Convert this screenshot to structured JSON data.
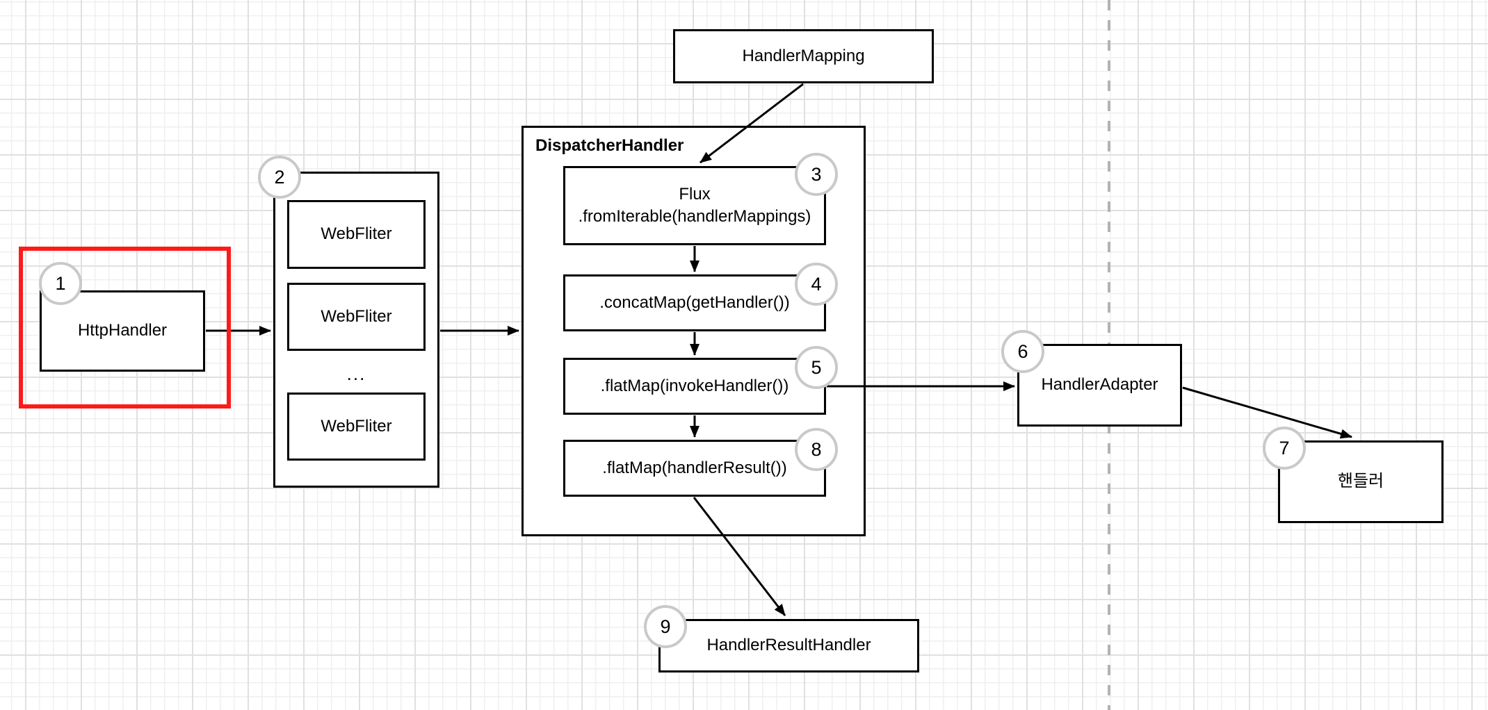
{
  "diagram": {
    "nodes": {
      "handler_mapping": "HandlerMapping",
      "dispatcher_title": "DispatcherHandler",
      "flux_line1": "Flux",
      "flux_line2": ".fromIterable(handlerMappings)",
      "concat_map": ".concatMap(getHandler())",
      "flatmap_invoke": ".flatMap(invokeHandler())",
      "flatmap_result": ".flatMap(handlerResult())",
      "web_filters": [
        "WebFliter",
        "WebFliter",
        "WebFliter"
      ],
      "web_filters_ellipsis": "...",
      "http_handler": "HttpHandler",
      "handler_adapter": "HandlerAdapter",
      "handler_korean": "핸들러",
      "handler_result_handler": "HandlerResultHandler"
    },
    "step_badges": {
      "step1": "1",
      "step2": "2",
      "step3": "3",
      "step4": "4",
      "step5": "5",
      "step6": "6",
      "step7": "7",
      "step8": "8",
      "step9": "9"
    }
  },
  "colors": {
    "highlight_red": "#ff1a1a",
    "badge_border": "#c9c9c9",
    "shape_stroke": "#000000",
    "dashed_guide": "#b3b3b3",
    "grid_minor": "#efefef",
    "grid_major": "#e0e0e0",
    "canvas_bg": "#ffffff"
  }
}
